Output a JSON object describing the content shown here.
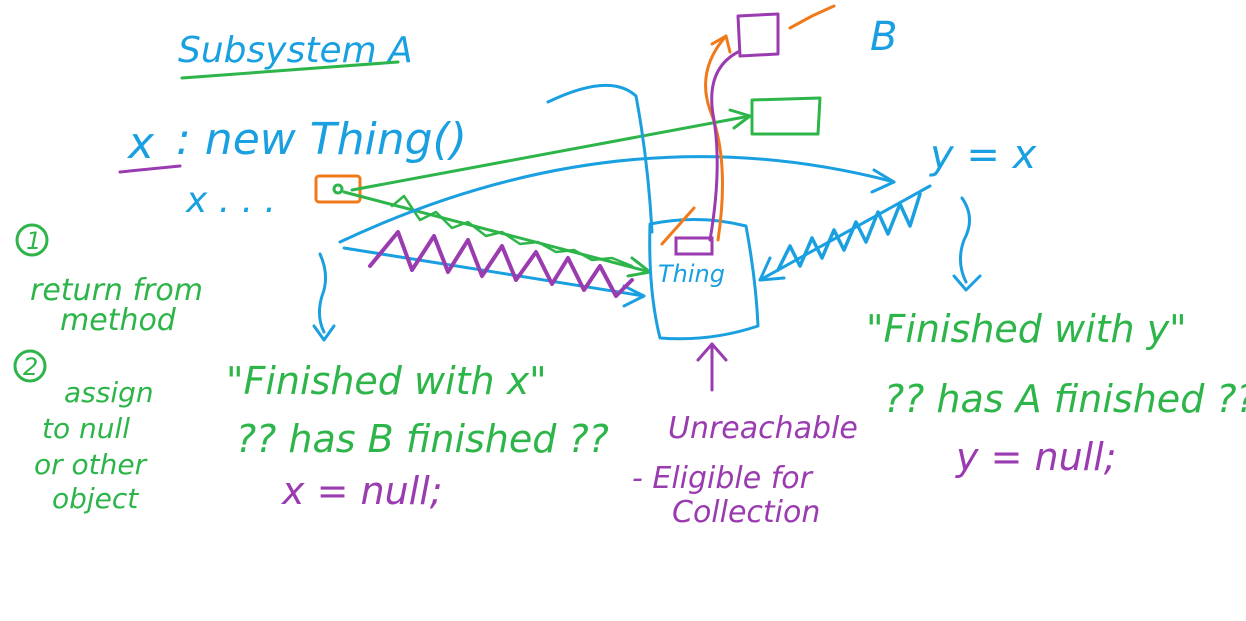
{
  "colors": {
    "blue": "#1aa0e0",
    "green": "#2db54a",
    "purple": "#9a3cb0",
    "orange": "#f07a1a"
  },
  "labels": {
    "subsystem_a": "Subsystem A",
    "subsystem_b": "B",
    "x_decl_var": "x",
    "x_decl_rest": ": new Thing()",
    "x_ref": "x . . .",
    "y_assign": "y = x",
    "thing": "Thing",
    "note1_num": "1",
    "note1_text_l1": "return from",
    "note1_text_l2": "method",
    "note2_num": "2",
    "note2_text_l1": "assign",
    "note2_text_l2": "to null",
    "note2_text_l3": "or other",
    "note2_text_l4": "object",
    "finished_x": "\"Finished with x\"",
    "question_b": "?? has B finished ??",
    "x_null": "x = null;",
    "finished_y": "\"Finished with y\"",
    "question_a": "?? has A finished ??",
    "y_null": "y = null;",
    "unreachable": "Unreachable",
    "eligible_l1": "- Eligible for",
    "eligible_l2": "Collection"
  }
}
